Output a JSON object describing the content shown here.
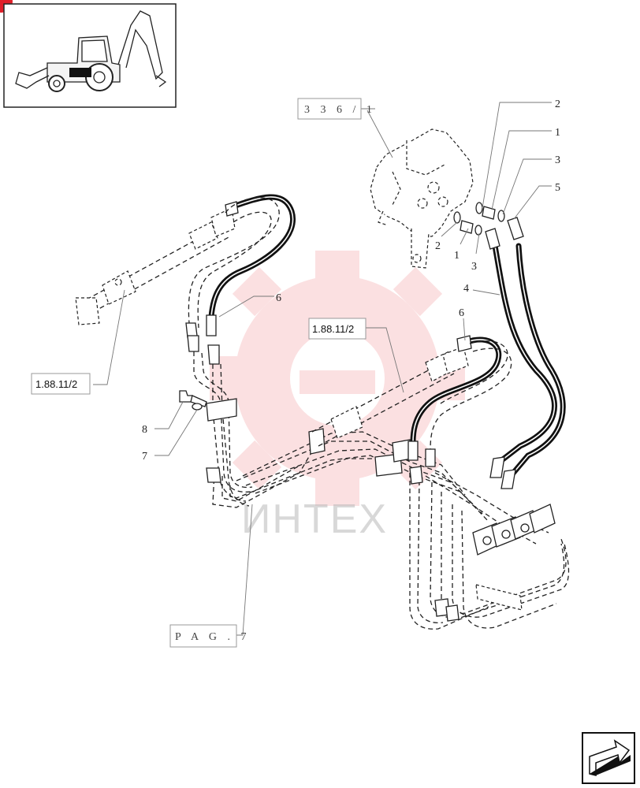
{
  "refs": {
    "r336": "3 3 6 / 1",
    "r1881a": "1.88.11/2",
    "r1881b": "1.88.11/2",
    "pag": "P A G . 7"
  },
  "callouts": {
    "c2_top": "2",
    "c1_top": "1",
    "c3_top": "3",
    "c5": "5",
    "c2_low": "2",
    "c1_low": "1",
    "c3_low": "3",
    "c4": "4",
    "c6_left": "6",
    "c6_right": "6",
    "c8": "8",
    "c7": "7"
  },
  "watermark": {
    "text": "ИНТЕХ",
    "color": "#e8454a"
  },
  "colors": {
    "line": "#222222",
    "hose": "#111111",
    "badge": "#e0202a"
  },
  "icons": {
    "thumbnail": "backhoe-loader-thumbnail",
    "nav": "next-page-arrow-icon"
  }
}
